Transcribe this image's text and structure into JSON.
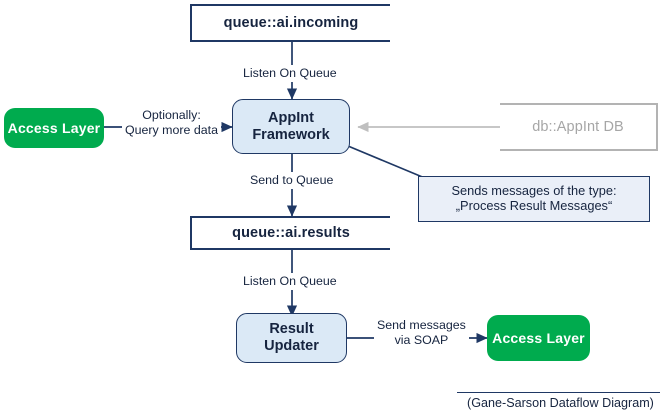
{
  "diagram": {
    "caption": "(Gane-Sarson Dataflow Diagram)",
    "colors": {
      "line": "#1f3864",
      "process_fill": "#dbe9f6",
      "entity_fill": "#00ab4e",
      "note_fill": "#eaeff8",
      "db_gray": "#a6a6a6",
      "db_arrow_gray": "#bfbfbf"
    }
  },
  "nodes": {
    "queue_incoming": {
      "label": "queue::ai.incoming",
      "type": "data-store"
    },
    "appint_framework": {
      "line1": "AppInt",
      "line2": "Framework",
      "type": "process"
    },
    "access_layer_left": {
      "label": "Access Layer",
      "type": "external-entity"
    },
    "appint_db": {
      "label": "db::AppInt DB",
      "type": "data-store"
    },
    "queue_results": {
      "label": "queue::ai.results",
      "type": "data-store"
    },
    "result_updater": {
      "line1": "Result",
      "line2": "Updater",
      "type": "process"
    },
    "access_layer_right": {
      "label": "Access Layer",
      "type": "external-entity"
    },
    "note_process_result": {
      "line1": "Sends messages of the type:",
      "line2": "„Process Result Messages“",
      "type": "note"
    }
  },
  "edges": {
    "incoming_to_appint": {
      "label": "Listen On Queue"
    },
    "access_to_appint": {
      "line1": "Optionally:",
      "line2": "Query more data"
    },
    "appint_to_results": {
      "label": "Send to Queue"
    },
    "results_to_updater": {
      "label": "Listen On Queue"
    },
    "updater_to_access": {
      "line1": "Send messages",
      "line2": "via SOAP"
    },
    "db_to_appint": {
      "label": ""
    }
  }
}
